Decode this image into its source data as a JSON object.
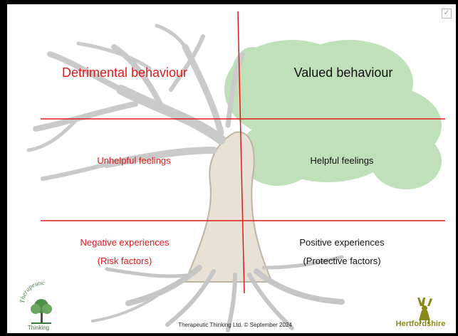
{
  "quadrants": {
    "top_left": "Detrimental behaviour",
    "top_right": "Valued behaviour",
    "middle_left": "Unhelpful feelings",
    "middle_right": "Helpful feelings",
    "bottom_left": [
      "Negative experiences",
      "(Risk factors)"
    ],
    "bottom_right": [
      "Positive experiences",
      "(Protective factors)"
    ]
  },
  "footer": "Therapeutic Thinking Ltd. © September 2024",
  "logos": {
    "left_arc": "Therapeutic",
    "left_name": "Thinking",
    "right_name": "Hertfordshire"
  },
  "colors": {
    "accent_red": "#e01a1a",
    "canopy_green": "#b8dcb0",
    "tree_grey": "#c9c9c9"
  },
  "icons": [
    "tree-illustration",
    "checkbox-icon",
    "therapeutic-thinking-logo",
    "hertfordshire-hart-logo"
  ]
}
